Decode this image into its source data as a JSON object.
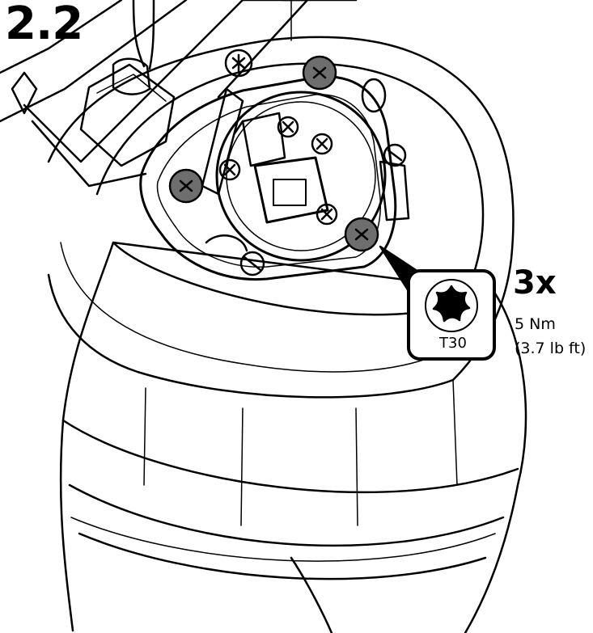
{
  "step": {
    "number": "2.2"
  },
  "callout": {
    "count": "3x",
    "bit": "T30",
    "torque_nm": "5 Nm",
    "torque_lbft": "(3.7 lb ft)",
    "icon": "torx-icon"
  },
  "colors": {
    "line": "#000000",
    "background": "#ffffff",
    "screw_highlight": "#6e6e6e"
  }
}
